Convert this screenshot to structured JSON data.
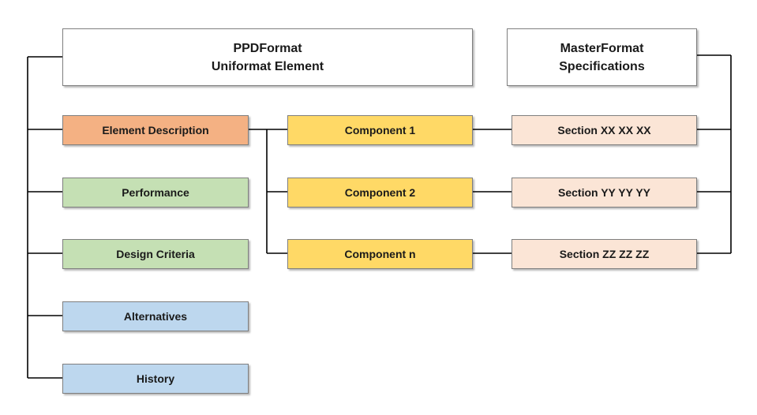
{
  "header_left": {
    "line1": "PPDFormat",
    "line2": "Uniformat Element"
  },
  "header_right": {
    "line1": "MasterFormat",
    "line2": "Specifications"
  },
  "element_items": [
    {
      "label": "Element Description",
      "color": "#f4b183"
    },
    {
      "label": "Performance",
      "color": "#c5e0b4"
    },
    {
      "label": "Design Criteria",
      "color": "#c5e0b4"
    },
    {
      "label": "Alternatives",
      "color": "#bdd7ee"
    },
    {
      "label": "History",
      "color": "#bdd7ee"
    }
  ],
  "components": [
    {
      "label": "Component 1",
      "color": "#ffd966"
    },
    {
      "label": "Component 2",
      "color": "#ffd966"
    },
    {
      "label": "Component n",
      "color": "#ffd966"
    }
  ],
  "sections": [
    {
      "label": "Section XX XX XX",
      "color": "#fbe5d6"
    },
    {
      "label": "Section YY YY YY",
      "color": "#fbe5d6"
    },
    {
      "label": "Section ZZ ZZ ZZ",
      "color": "#fbe5d6"
    }
  ],
  "line_color": "#000000"
}
